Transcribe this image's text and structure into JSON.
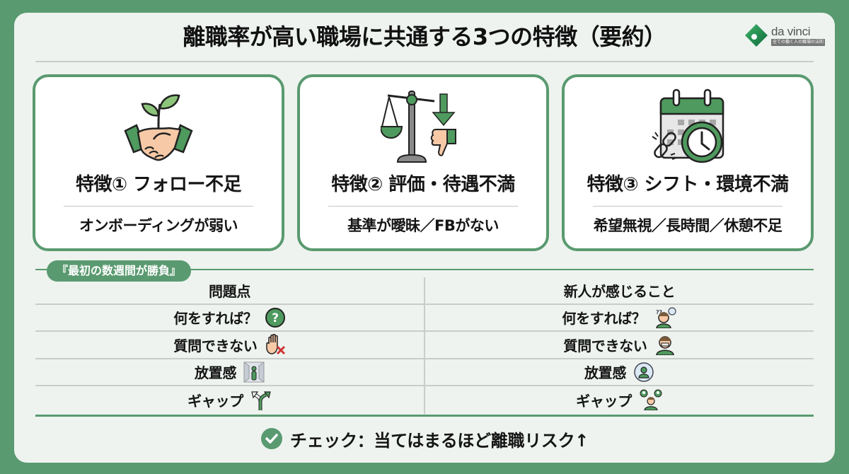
{
  "title": "離職率が高い職場に共通する3つの特徴（要約）",
  "logo": {
    "name": "da vinci",
    "tagline": "全ての働く人の職場の法則"
  },
  "colors": {
    "accent": "#5a9a70",
    "panel": "#eef3ef",
    "card": "#ffffff",
    "text": "#151515"
  },
  "features": [
    {
      "icon": "handshake-sprout-icon",
      "heading": "特徴① フォロー不足",
      "sub": "オンボーディングが弱い"
    },
    {
      "icon": "scale-thumbs-down-icon",
      "heading": "特徴② 評価・待遇不満",
      "sub": "基準が曖昧／FBがない"
    },
    {
      "icon": "calendar-clock-broken-link-icon",
      "heading": "特徴③ シフト・環境不満",
      "sub": "希望無視／長時間／休憩不足"
    }
  ],
  "section": {
    "pill": "『最初の数週間が勝負』",
    "columns": [
      "問題点",
      "新人が感じること"
    ],
    "rows": [
      {
        "problem": "何をすれば？",
        "problem_icon": "question-circle-icon",
        "feeling": "何をすれば？",
        "feeling_icon": "confused-person-icon"
      },
      {
        "problem": "質問できない",
        "problem_icon": "hand-stop-x-icon",
        "feeling": "質問できない",
        "feeling_icon": "silenced-person-icon"
      },
      {
        "problem": "放置感",
        "problem_icon": "isolated-person-room-icon",
        "feeling": "放置感",
        "feeling_icon": "person-in-bubble-icon"
      },
      {
        "problem": "ギャップ",
        "problem_icon": "fork-arrow-icon",
        "feeling": "ギャップ",
        "feeling_icon": "person-between-two-icon"
      }
    ]
  },
  "check": {
    "icon": "check-circle-icon",
    "text": "チェック：当てはまるほど離職リスク↑"
  }
}
